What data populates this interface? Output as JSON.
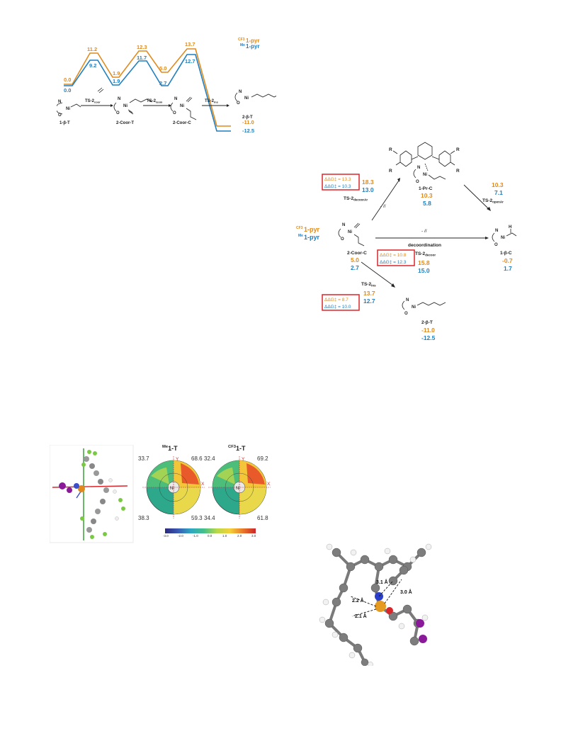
{
  "fig1": {
    "legend": [
      {
        "prefix": "CF3",
        "label": "1-pyr",
        "color": "#e08a1e"
      },
      {
        "prefix": "Me",
        "label": "1-pyr",
        "color": "#1f7fbf"
      }
    ],
    "orange_values": [
      "0.0",
      "11.2",
      "1.9",
      "12.3",
      "5.0",
      "13.7",
      "-11.0"
    ],
    "blue_values": [
      "0.0",
      "9.2",
      "1.9",
      "11.7",
      "2.7",
      "12.7",
      "-12.5"
    ],
    "species": [
      "1-β-T",
      "2-Coor-T",
      "2-Coor-C",
      "2-β-T"
    ],
    "ts_labels": [
      {
        "main": "TS-2",
        "sub": "coor"
      },
      {
        "main": "TS-2",
        "sub": "isom"
      },
      {
        "main": "TS-2",
        "sub": "ins"
      }
    ]
  },
  "fig2": {
    "legend": [
      {
        "prefix": "CF3",
        "label": "1-pyr"
      },
      {
        "prefix": "Me",
        "label": "1-pyr"
      }
    ],
    "top": {
      "name": "1-Pr-C",
      "orange": "10.3",
      "blue": "5.8",
      "substituent": "R"
    },
    "left_ts": {
      "name": "TS-2",
      "sub": "decoorAr",
      "orange": "18.3",
      "blue": "13.0",
      "box_orange": "ΔΔG‡ = 13.3",
      "box_blue": "ΔΔG‡ = 10.3"
    },
    "right_ts": {
      "name": "TS-2",
      "sub": "openAr",
      "orange": "10.3",
      "blue": "7.1"
    },
    "center": {
      "name": "2-Coor-C",
      "orange": "5.0",
      "blue": "2.7"
    },
    "decoord": {
      "label": "decoordination",
      "name": "TS-2",
      "sub": "decoor",
      "orange": "15.8",
      "blue": "15.0",
      "box_orange": "ΔΔG‡ = 10.8",
      "box_blue": "ΔΔG‡ = 12.3"
    },
    "right_product": {
      "name": "1-β-C",
      "orange": "-0.7",
      "blue": "1.7"
    },
    "ins": {
      "name": "TS-2",
      "sub": "ins",
      "orange": "13.7",
      "blue": "12.7",
      "box_orange": "ΔΔG‡ = 8.7",
      "box_blue": "ΔΔG‡ = 10.0"
    },
    "bottom_product": {
      "name": "2-β-T",
      "orange": "-11.0",
      "blue": "-12.5"
    },
    "minus_ethylene": "- //"
  },
  "fig3": {
    "maps": [
      {
        "title_prefix": "Me",
        "title": "1-T",
        "tl": "33.7",
        "tr": "68.6",
        "bl": "38.3",
        "br": "59.3"
      },
      {
        "title_prefix": "CF3",
        "title": "1-T",
        "tl": "32.4",
        "tr": "69.2",
        "bl": "34.4",
        "br": "61.8"
      }
    ],
    "axis_x": "X",
    "axis_y": "Y",
    "center": "Ni",
    "colorbar_ticks": [
      "-3.0",
      "-2.0",
      "-1.0",
      "0.0",
      "1.0",
      "2.0",
      "3.0"
    ]
  },
  "fig4": {
    "distances": [
      "3.1 Å",
      "3.0 Å",
      "2.2 Å",
      "2.1 Å"
    ]
  }
}
